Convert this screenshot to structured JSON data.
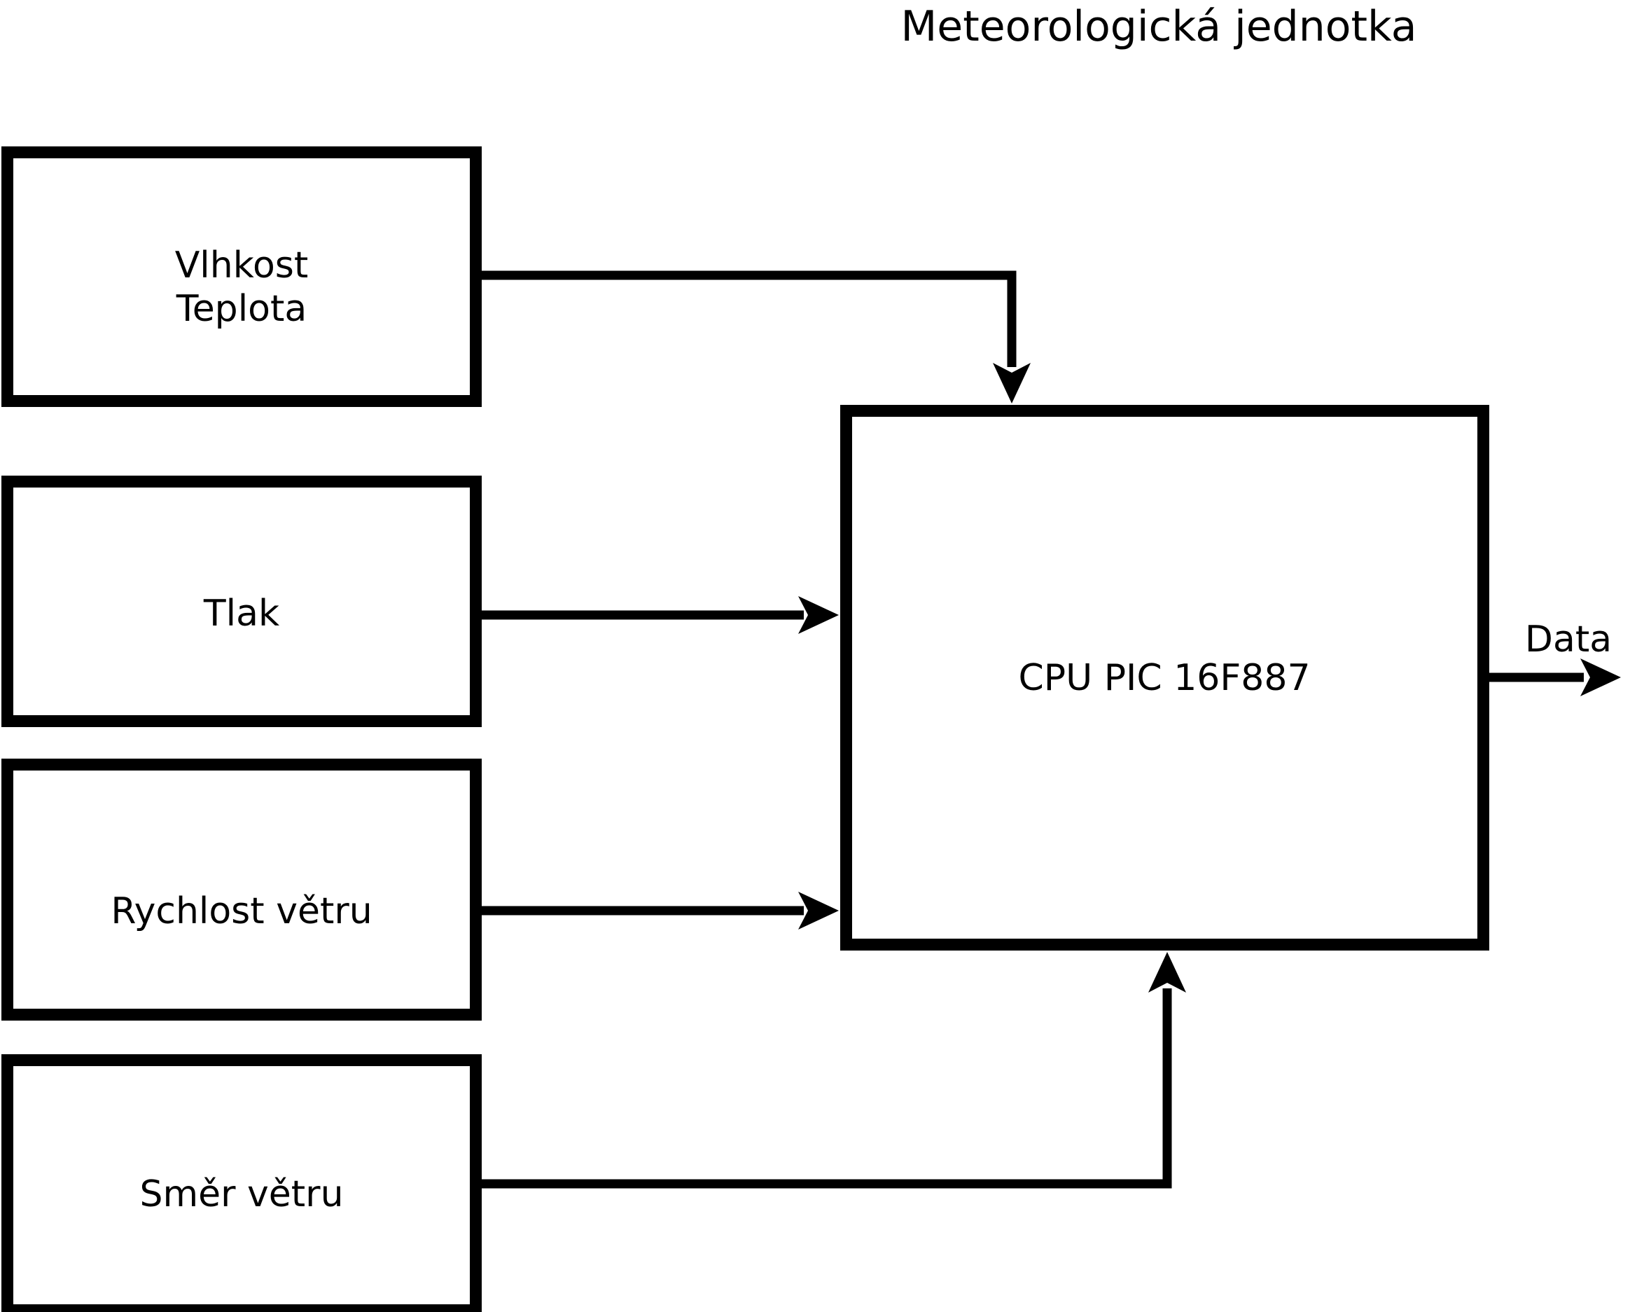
{
  "title": "Meteorologická jednotka",
  "blocks": {
    "humidity_temperature": {
      "line1": "Vlhkost",
      "line2": "Teplota"
    },
    "pressure": {
      "label": "Tlak"
    },
    "wind_speed": {
      "label": "Rychlost větru"
    },
    "wind_direction": {
      "label": "Směr větru"
    },
    "cpu": {
      "label": "CPU PIC 16F887"
    }
  },
  "output": {
    "label": "Data"
  },
  "colors": {
    "line": "#000000",
    "background": "#ffffff",
    "box_fill": "#ffffff"
  }
}
